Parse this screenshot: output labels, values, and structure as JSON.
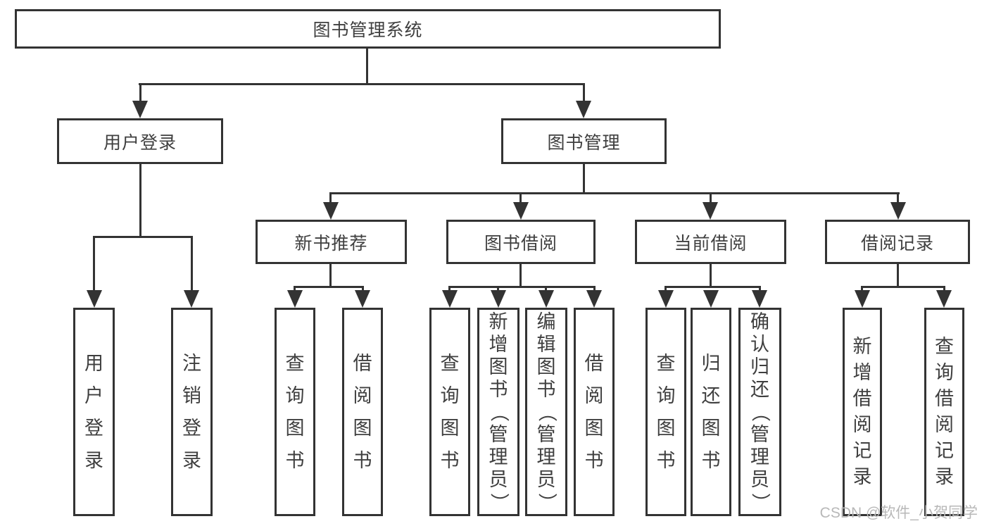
{
  "colors": {
    "line": "#333333",
    "text": "#3f3f3f",
    "background": "#ffffff",
    "watermark_text": "#b8b8b8"
  },
  "tree": {
    "root": "图书管理系统",
    "children": [
      {
        "label": "用户登录",
        "children": [
          "用户登录",
          "注销登录"
        ]
      },
      {
        "label": "图书管理",
        "children": [
          {
            "label": "新书推荐",
            "children": [
              "查询图书",
              "借阅图书"
            ]
          },
          {
            "label": "图书借阅",
            "children": [
              "查询图书",
              "新增图书（管理员）",
              "编辑图书（管理员）",
              "借阅图书"
            ]
          },
          {
            "label": "当前借阅",
            "children": [
              "查询图书",
              "归还图书",
              "确认归还（管理员）"
            ]
          },
          {
            "label": "借阅记录",
            "children": [
              "新增借阅记录",
              "查询借阅记录"
            ]
          }
        ]
      }
    ]
  },
  "watermark": "CSDN @软件_小贺同学"
}
